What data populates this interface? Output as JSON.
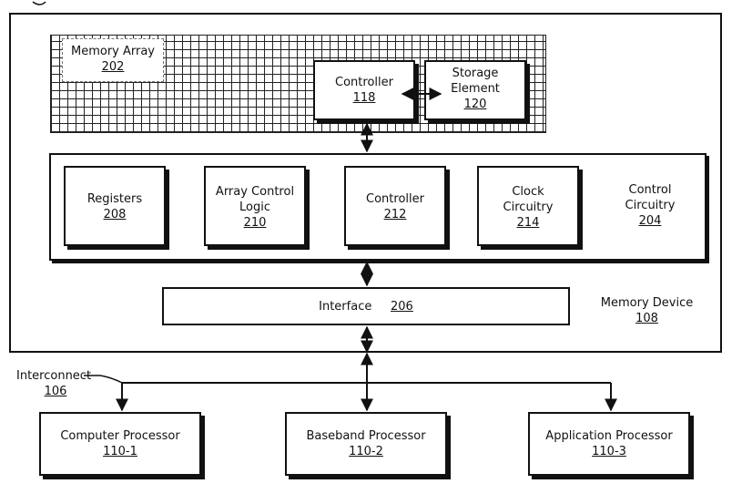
{
  "memory_array": {
    "title": "Memory Array",
    "num": "202"
  },
  "controller_118": {
    "title": "Controller",
    "num": "118"
  },
  "storage_element": {
    "title1": "Storage",
    "title2": "Element",
    "num": "120"
  },
  "registers": {
    "title": "Registers",
    "num": "208"
  },
  "array_control_logic": {
    "title1": "Array Control",
    "title2": "Logic",
    "num": "210"
  },
  "controller_212": {
    "title": "Controller",
    "num": "212"
  },
  "clock_circuitry": {
    "title1": "Clock",
    "title2": "Circuitry",
    "num": "214"
  },
  "control_circuitry": {
    "title1": "Control",
    "title2": "Circuitry",
    "num": "204"
  },
  "interface": {
    "title": "Interface",
    "num": "206"
  },
  "memory_device": {
    "title": "Memory Device",
    "num": "108"
  },
  "interconnect": {
    "title": "Interconnect",
    "num": "106"
  },
  "computer_processor": {
    "title": "Computer Processor",
    "num": "110-1"
  },
  "baseband_processor": {
    "title": "Baseband Processor",
    "num": "110-2"
  },
  "application_processor": {
    "title": "Application Processor",
    "num": "110-3"
  }
}
